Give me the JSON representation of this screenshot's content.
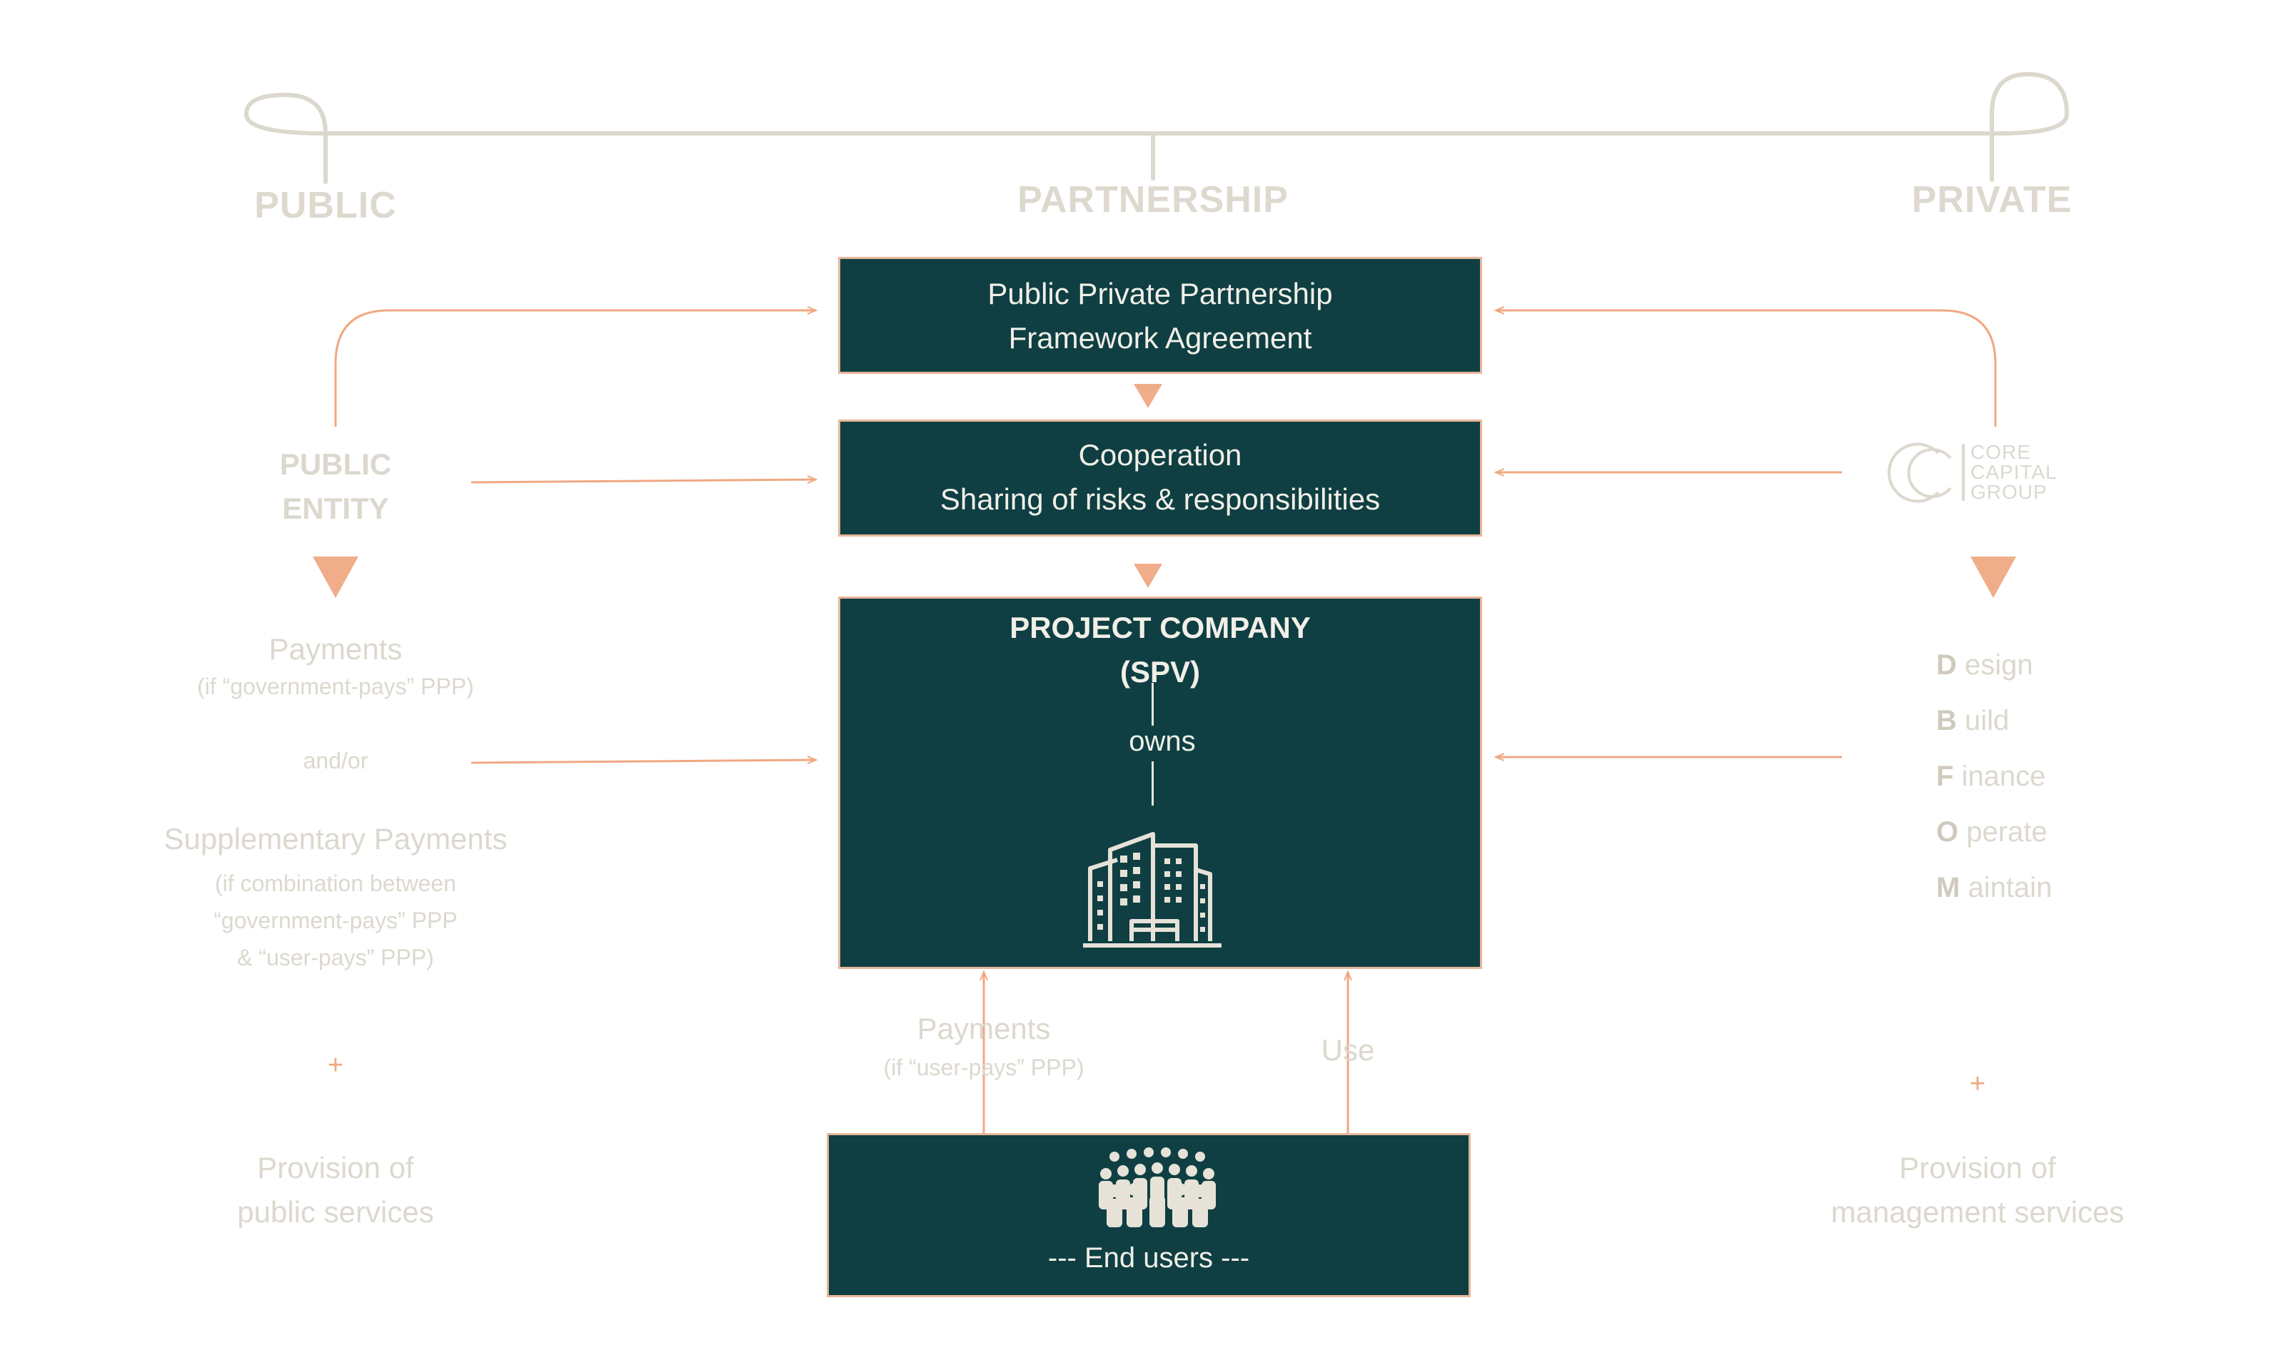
{
  "headers": {
    "public": "PUBLIC",
    "partnership": "PARTNERSHIP",
    "private": "PRIVATE"
  },
  "boxes": {
    "agreement": {
      "line1": "Public Private Partnership",
      "line2": "Framework Agreement"
    },
    "cooperation": {
      "line1": "Cooperation",
      "line2": "Sharing of risks & responsibilities"
    },
    "project": {
      "line1": "PROJECT COMPANY",
      "line2": "(SPV)",
      "owns": "owns"
    },
    "end_users": {
      "label": "---  End users  ---"
    }
  },
  "public_side": {
    "entity_line1": "PUBLIC",
    "entity_line2": "ENTITY",
    "payments": "Payments",
    "payments_note": "(if “government-pays” PPP)",
    "and_or": "and/or",
    "supp_payments": "Supplementary Payments",
    "supp_note1": "(if combination between",
    "supp_note2": "“government-pays” PPP",
    "supp_note3": "& “user-pays” PPP)",
    "plus": "+",
    "provision1": "Provision of",
    "provision2": "public services"
  },
  "private_side": {
    "logo_text": [
      "CORE",
      "CAPITAL",
      "GROUP"
    ],
    "dbfom": [
      {
        "letter": "D",
        "rest": " esign"
      },
      {
        "letter": "B",
        "rest": " uild"
      },
      {
        "letter": "F",
        "rest": " inance"
      },
      {
        "letter": "O",
        "rest": " perate"
      },
      {
        "letter": "M",
        "rest": " aintain"
      }
    ],
    "plus": "+",
    "provision1": "Provision of",
    "provision2": "management services"
  },
  "bottom": {
    "payments": "Payments",
    "payments_note": "(if “user-pays” PPP)",
    "use": "Use"
  },
  "colors": {
    "box_fill": "#0f3f42",
    "box_border": "#e6b79a",
    "arrow": "#f0a882",
    "line": "#dcd8ce",
    "muted_text": "#dcd8ce"
  }
}
